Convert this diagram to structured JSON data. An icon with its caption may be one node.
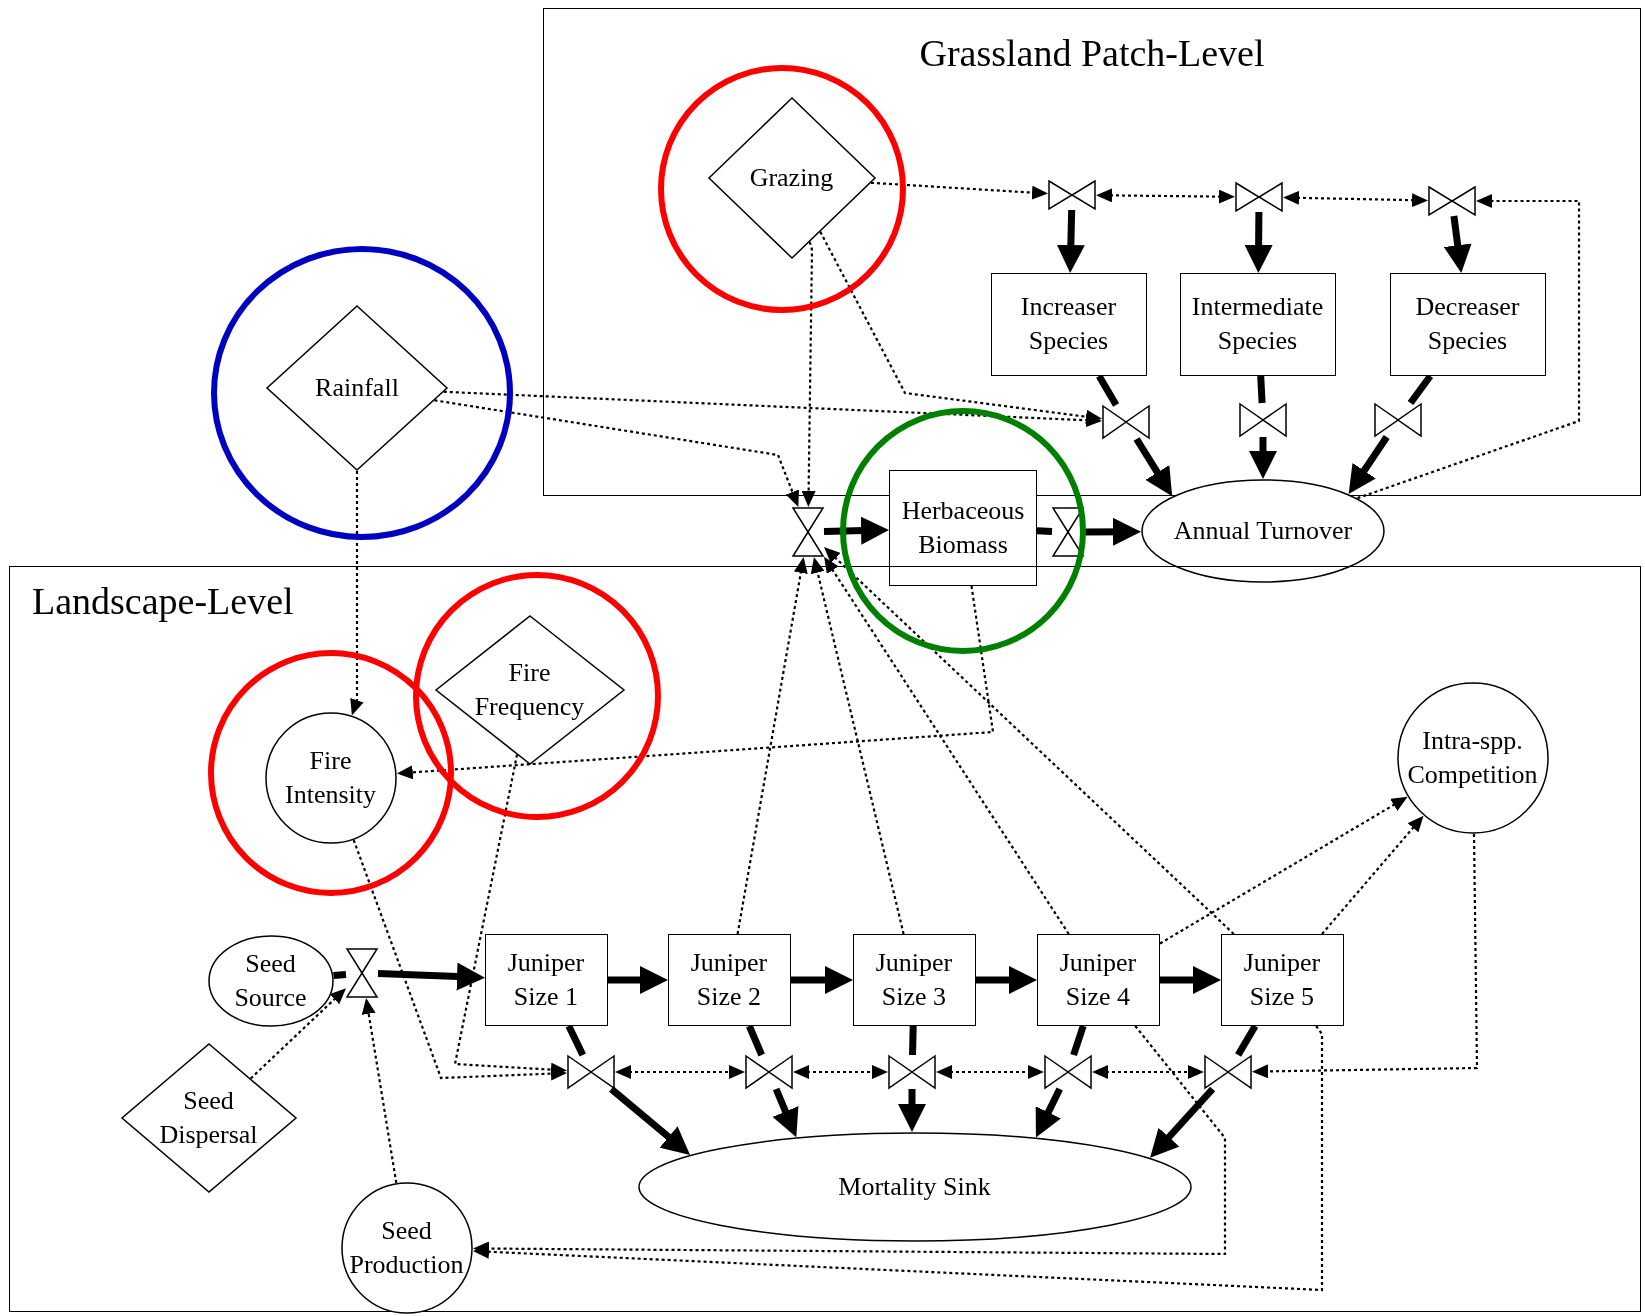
{
  "diagram": {
    "nodes": [
      {
        "text": [
          "Grassland Patch-Level"
        ]
      },
      {
        "text": [
          "Grazing"
        ],
        "in": 0
      },
      {
        "text": [],
        "shape": "bowtie",
        "in": 0
      },
      {
        "text": [],
        "shape": "bowtie",
        "in": 0
      },
      {
        "text": [],
        "shape": "bowtie",
        "in": 0
      },
      {
        "text": [
          "Increaser Species"
        ],
        "in": 0
      },
      {
        "text": [
          "Intermediate Species"
        ],
        "in": 0
      },
      {
        "text": [
          "Decreaser Species"
        ],
        "in": 0
      },
      {
        "text": [],
        "shape": "bowtie",
        "in": 0
      },
      {
        "text": [],
        "shape": "bowtie",
        "in": 0
      },
      {
        "text": [],
        "shape": "bowtie",
        "in": 0
      },
      {
        "text": [
          "Rainfall"
        ]
      },
      {
        "text": [],
        "shape": "bowtie"
      },
      {
        "text": [
          "Herbaceous Biomass"
        ]
      },
      {
        "text": [],
        "shape": "bowtie"
      },
      {
        "text": [
          "Annual Turnover"
        ]
      },
      {
        "text": [
          "Landscape-Level"
        ]
      },
      {
        "text": [
          "Fire Intensity"
        ],
        "in": 16
      },
      {
        "text": [
          "Fire Frequency"
        ],
        "in": 16
      },
      {
        "text": [
          "Intra-spp. Competition"
        ],
        "in": 16
      },
      {
        "text": [
          "Seed Source"
        ],
        "in": 16
      },
      {
        "text": [],
        "shape": "bowtie",
        "in": 16
      },
      {
        "text": [
          "Juniper Size 1"
        ],
        "in": 16
      },
      {
        "text": [
          "Juniper Size 2"
        ],
        "in": 16
      },
      {
        "text": [
          "Juniper Size 3"
        ],
        "in": 16
      },
      {
        "text": [
          "Juniper Size 4"
        ],
        "in": 16
      },
      {
        "text": [
          "Juniper Size 5"
        ],
        "in": 16
      },
      {
        "text": [
          "Seed Dispersal"
        ],
        "in": 16
      },
      {
        "text": [],
        "shape": "bowtie",
        "in": 16
      },
      {
        "text": [],
        "shape": "bowtie",
        "in": 16
      },
      {
        "text": [],
        "shape": "bowtie",
        "in": 16
      },
      {
        "text": [],
        "shape": "bowtie",
        "in": 16
      },
      {
        "text": [],
        "shape": "bowtie",
        "in": 16
      },
      {
        "text": [
          "Mortality Sink"
        ],
        "in": 16
      },
      {
        "text": [
          "Seed Production"
        ],
        "in": 16
      }
    ],
    "edges": [
      {
        "from": 1,
        "to": 2,
        "arrow": "to",
        "style": "dashed"
      },
      {
        "from": 2,
        "to": 3,
        "arrow": "both",
        "style": "dashed"
      },
      {
        "from": 3,
        "to": 4,
        "arrow": "both",
        "style": "dashed"
      },
      {
        "from": 15,
        "to": 4,
        "arrow": "to",
        "style": "dashed"
      },
      {
        "from": 2,
        "to": 5,
        "arrow": "to"
      },
      {
        "from": 3,
        "to": 6,
        "arrow": "to"
      },
      {
        "from": 4,
        "to": 7,
        "arrow": "to"
      },
      {
        "from": 5,
        "to": 8,
        "arrow": "none"
      },
      {
        "from": 8,
        "to": 15,
        "arrow": "to"
      },
      {
        "from": 6,
        "to": 9,
        "arrow": "none"
      },
      {
        "from": 9,
        "to": 15,
        "arrow": "to"
      },
      {
        "from": 7,
        "to": 10,
        "arrow": "none"
      },
      {
        "from": 10,
        "to": 15,
        "arrow": "to"
      },
      {
        "from": 1,
        "to": 8,
        "arrow": "to",
        "style": "dashed"
      },
      {
        "from": 11,
        "to": 8,
        "arrow": "to",
        "style": "dashed"
      },
      {
        "from": 11,
        "to": 12,
        "arrow": "to",
        "style": "dashed"
      },
      {
        "from": 1,
        "to": 12,
        "arrow": "to",
        "style": "dashed"
      },
      {
        "from": 12,
        "to": 13,
        "arrow": "to"
      },
      {
        "from": 13,
        "to": 14,
        "arrow": "none"
      },
      {
        "from": 14,
        "to": 15,
        "arrow": "to"
      },
      {
        "from": 11,
        "to": 17,
        "arrow": "to",
        "style": "dashed"
      },
      {
        "from": 13,
        "to": 17,
        "arrow": "to",
        "style": "dashed"
      },
      {
        "from": 17,
        "to": 28,
        "arrow": "to",
        "style": "dashed"
      },
      {
        "from": 18,
        "to": 28,
        "arrow": "to",
        "style": "dashed"
      },
      {
        "from": 28,
        "to": 29,
        "arrow": "both",
        "style": "dashed"
      },
      {
        "from": 29,
        "to": 30,
        "arrow": "both",
        "style": "dashed"
      },
      {
        "from": 30,
        "to": 31,
        "arrow": "both",
        "style": "dashed"
      },
      {
        "from": 31,
        "to": 32,
        "arrow": "both",
        "style": "dashed"
      },
      {
        "from": 19,
        "to": 32,
        "arrow": "to",
        "style": "dashed"
      },
      {
        "from": 25,
        "to": 19,
        "arrow": "to",
        "style": "dashed"
      },
      {
        "from": 26,
        "to": 19,
        "arrow": "to",
        "style": "dashed"
      },
      {
        "from": 23,
        "to": 12,
        "arrow": "to",
        "style": "dashed"
      },
      {
        "from": 24,
        "to": 12,
        "arrow": "to",
        "style": "dashed"
      },
      {
        "from": 25,
        "to": 12,
        "arrow": "to",
        "style": "dashed"
      },
      {
        "from": 26,
        "to": 12,
        "arrow": "to",
        "style": "dashed"
      },
      {
        "from": 25,
        "to": 34,
        "arrow": "to",
        "style": "dashed"
      },
      {
        "from": 26,
        "to": 34,
        "arrow": "to",
        "style": "dashed"
      },
      {
        "from": 34,
        "to": 21,
        "arrow": "to",
        "style": "dashed"
      },
      {
        "from": 27,
        "to": 21,
        "arrow": "to",
        "style": "dashed"
      },
      {
        "from": 20,
        "to": 21,
        "arrow": "none"
      },
      {
        "from": 21,
        "to": 22,
        "arrow": "to"
      },
      {
        "from": 22,
        "to": 23,
        "arrow": "to"
      },
      {
        "from": 23,
        "to": 24,
        "arrow": "to"
      },
      {
        "from": 24,
        "to": 25,
        "arrow": "to"
      },
      {
        "from": 25,
        "to": 26,
        "arrow": "to"
      },
      {
        "from": 22,
        "to": 28,
        "arrow": "none"
      },
      {
        "from": 28,
        "to": 33,
        "arrow": "to"
      },
      {
        "from": 23,
        "to": 29,
        "arrow": "none"
      },
      {
        "from": 29,
        "to": 33,
        "arrow": "to"
      },
      {
        "from": 24,
        "to": 30,
        "arrow": "none"
      },
      {
        "from": 30,
        "to": 33,
        "arrow": "to"
      },
      {
        "from": 25,
        "to": 31,
        "arrow": "none"
      },
      {
        "from": 31,
        "to": 33,
        "arrow": "to"
      },
      {
        "from": 26,
        "to": 32,
        "arrow": "none"
      },
      {
        "from": 32,
        "to": 33,
        "arrow": "to"
      }
    ]
  }
}
